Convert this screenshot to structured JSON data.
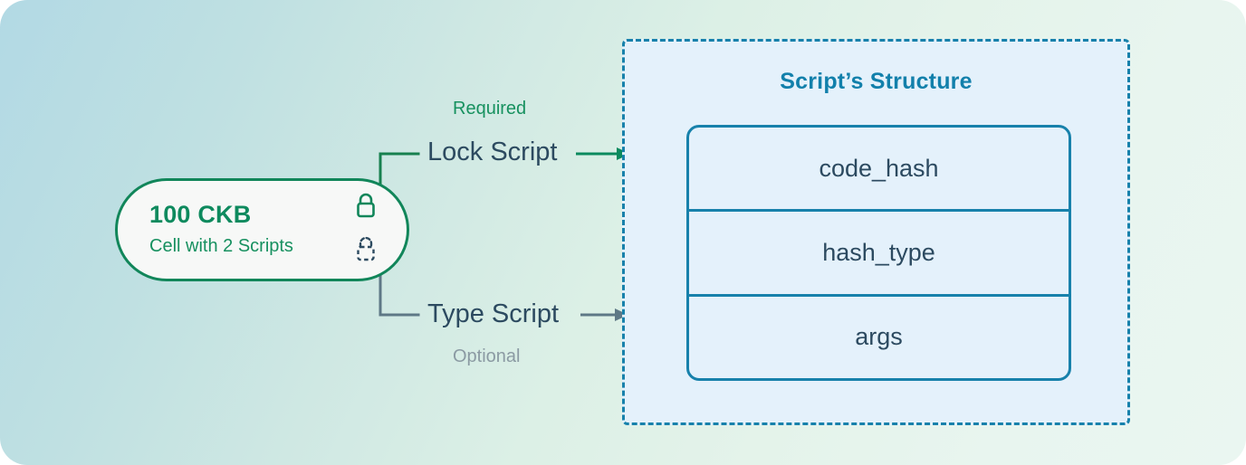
{
  "cell": {
    "amount": "100 CKB",
    "description": "Cell with 2 Scripts",
    "icons": [
      {
        "name": "lock-icon-solid",
        "style": "solid"
      },
      {
        "name": "lock-icon-dashed",
        "style": "dashed"
      }
    ],
    "colors": {
      "border": "#11865a",
      "fill": "#f7f8f7",
      "amount_text": "#0e8a5e",
      "description_text": "#16905f"
    }
  },
  "branches": {
    "lock": {
      "label": "Lock Script",
      "note": "Required",
      "connector_color": "#17804f",
      "note_color": "#17915f"
    },
    "type": {
      "label": "Type Script",
      "note": "Optional",
      "connector_color": "#5e7886",
      "note_color": "#8b9aa3"
    }
  },
  "structure": {
    "title": "Script’s Structure",
    "rows": [
      "code_hash",
      "hash_type",
      "args"
    ],
    "colors": {
      "panel_border": "#1781ab",
      "panel_fill": "#e4f1fb",
      "title_text": "#1280ab",
      "row_text": "#2c4a60"
    }
  },
  "background": {
    "gradient_from": "#b2d9e4",
    "gradient_to": "#eaf6f1"
  }
}
